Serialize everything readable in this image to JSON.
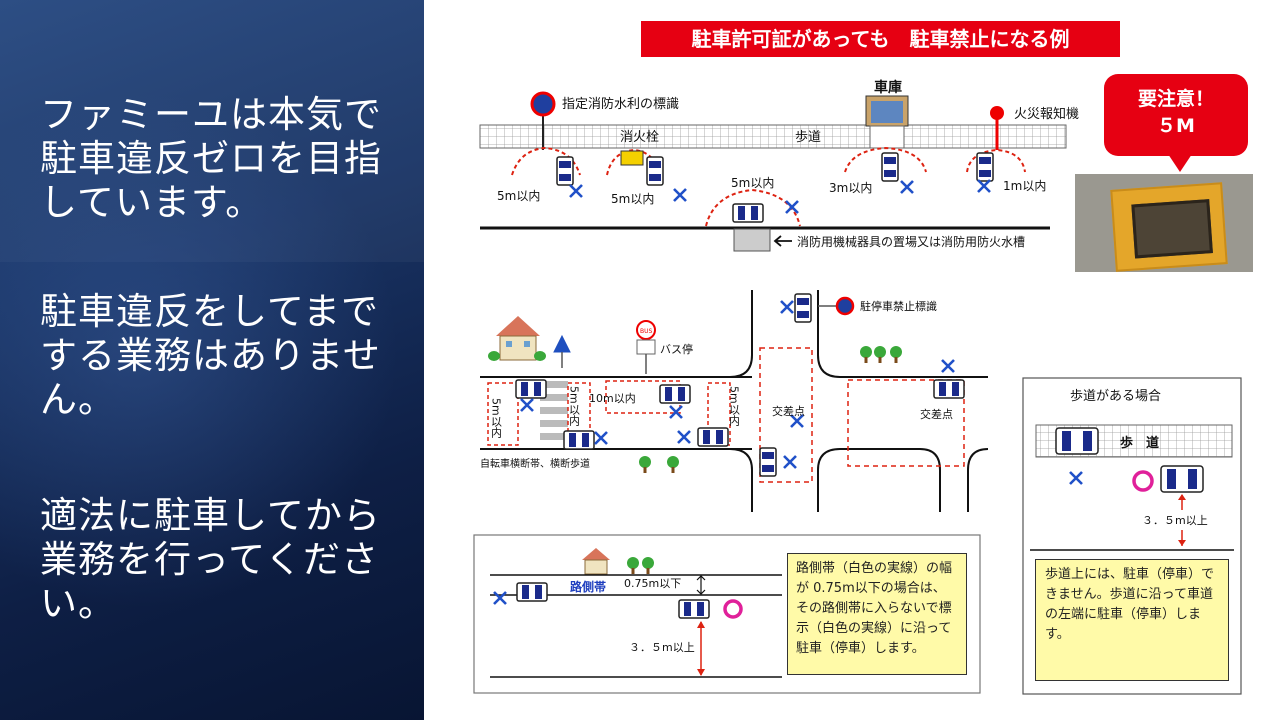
{
  "left": {
    "p1": "ファミーユは本気で駐車違反ゼロを目指しています。",
    "p2": "駐車違反をしてまでする業務はありません。",
    "p3": "適法に駐車してから業務を行ってください。"
  },
  "title": "駐車許可証があっても　駐車禁止になる例",
  "bubble": {
    "line1": "要注意！",
    "line2": "５M"
  },
  "top_diagram": {
    "hydrant_sign": "指定消防水利の標識",
    "hydrant": "消火栓",
    "garage": "車庫",
    "sidewalk": "歩道",
    "alarm": "火災報知機",
    "d1": "5m以内",
    "d2": "5m以内",
    "d3": "5m以内",
    "d4": "3m以内",
    "d5": "1m以内",
    "equipment": "消防用機械器具の置場又は消防用防火水槽"
  },
  "mid_diagram": {
    "no_parking_sign": "駐停車禁止標識",
    "bus_stop": "バス停",
    "bus_sign": "BUS",
    "d1": "5m以内",
    "d2": "5m以内",
    "d3": "10m以内",
    "d4": "5m以内",
    "intersection1": "交差点",
    "intersection2": "交差点",
    "crossing": "自転車横断帯、横断歩道"
  },
  "right_box": {
    "heading": "歩道がある場合",
    "sidewalk": "歩　道",
    "dist": "３．５m以上",
    "note": "歩道上には、駐車（停車）できません。歩道に沿って車道の左端に駐車（停車）します。"
  },
  "bottom_box": {
    "roadside": "路側帯",
    "width": "0.75m以下",
    "dist": "３．５m以上",
    "note": "路側帯（白色の実線）の幅が 0.75m以下の場合は、その路側帯に入らないで標示（白色の実線）に沿って駐車（停車）します。"
  },
  "colors": {
    "accent_red": "#e60012",
    "cross_blue": "#2050c8",
    "ok_magenta": "#e0209a",
    "note_yellow": "#fffaa8"
  }
}
